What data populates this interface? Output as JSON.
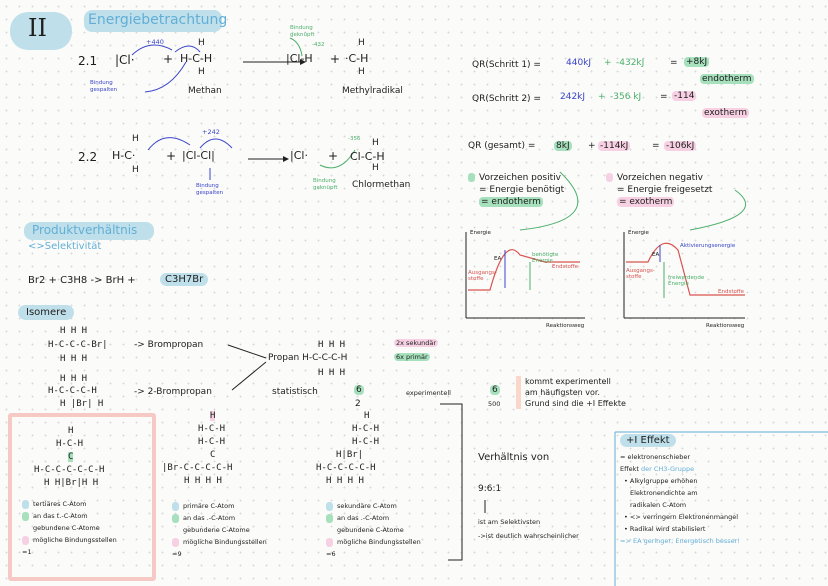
{
  "header": {
    "roman": "II",
    "title": "Energiebetrachtung"
  },
  "step21": {
    "label": "2.1",
    "cl": "|Cl·",
    "plus": "+",
    "methane_h_top": "H",
    "methane_mid": "H-C-H",
    "methane_h_bot": "H",
    "arrow_energy": "+440",
    "bond_note": "Bindung gespalten",
    "methan": "Methan",
    "product": "|Cl-H",
    "plus2": "+",
    "radical_h_top": "H",
    "radical_mid": "·C-H",
    "radical_h_bot": "H",
    "formed_note": "Bindung geknüpft",
    "formed_energy": "-432",
    "methylradikal": "Methylradikal"
  },
  "step22": {
    "label": "2.2",
    "h_top": "H",
    "mid": "H-C·",
    "h_bot": "H",
    "plus": "+",
    "cl2": "|Cl-Cl|",
    "energy": "+242",
    "bond_note": "Bindung gespalten",
    "product": "|Cl·",
    "plus2": "+",
    "prod2": "Cl-C-H",
    "prod2_h_top": "H",
    "prod2_h_bot": "H",
    "formed_energy": "-356",
    "formed_note": "Bindung geknüpft",
    "chlormethan": "Chlormethan"
  },
  "qr": {
    "line1_label": "QR(Schritt 1) =",
    "line1_a": "440kJ",
    "line1_op": "+",
    "line1_b": "-432kJ",
    "line1_eq": "=",
    "line1_res": "+8kJ",
    "line1_type": "endotherm",
    "line2_label": "QR(Schritt 2) =",
    "line2_a": "242kJ",
    "line2_op": "+",
    "line2_b": "-356 kJ",
    "line2_eq": "=",
    "line2_res": "-114",
    "line2_type": "exotherm",
    "total_label": "QR (gesamt) =",
    "total_a": "8kJ",
    "total_op": "+",
    "total_b": "-114kJ",
    "total_eq": "=",
    "total_res": "-106kJ"
  },
  "sign": {
    "pos_title": "Vorzeichen positiv",
    "pos_l2": "= Energie benötigt",
    "pos_l3": "= endotherm",
    "neg_title": "Vorzeichen negativ",
    "neg_l2": "= Energie freigesetzt",
    "neg_l3": "= exotherm"
  },
  "diagram1": {
    "y": "Energie",
    "ea": "EA",
    "start": "Ausgangs-stoffe",
    "end": "benötigte Energie",
    "prod": "Endstoffe",
    "x": "Reaktionsweg"
  },
  "diagram2": {
    "y": "Energie",
    "ea": "EA",
    "start": "Ausgangs-stoffe",
    "act": "Aktivierungsenergie",
    "released": "freiwerdende Energie",
    "prod": "Endstoffe",
    "x": "Reaktionsweg"
  },
  "ratio": {
    "title": "Produktverhältnis",
    "subtitle": "<>Selektivität",
    "equation_a": "Br2 + C3H8 -> BrH +",
    "equation_b": "C3H7Br"
  },
  "isomers": {
    "label": "Isomere",
    "iso1_top": "H  H  H",
    "iso1_mid": "H-C-C-C-Br|",
    "iso1_bot": "H  H  H",
    "iso1_name": "-> Brompropan",
    "iso2_top": "H  H  H",
    "iso2_mid": "H-C-C-C-H",
    "iso2_bot": "H |Br| H",
    "iso2_name": "-> 2-Brompropan",
    "propan_top": "H  H  H",
    "propan": "Propan H-C-C-C-H",
    "propan_bot": "H  H  H",
    "sek": "2x sekundär",
    "prim": "6x primär",
    "stat": "statistisch",
    "stat_num": "6",
    "stat_den": "2",
    "exp": "experimentell",
    "exp_num": "6",
    "exp_den": "500",
    "note_l1": "kommt experimentell",
    "note_l2": "am häufigsten vor.",
    "note_l3": "Grund sind die +I Effekte"
  },
  "tertiary": {
    "tag1": "tertiäres C-Atom",
    "tag2": "an das t.-C-Atom",
    "tag3": "gebundene C-Atome",
    "tag4": "mögliche Bindungsstellen",
    "count": "=1"
  },
  "primary": {
    "tag1": "primäre C-Atom",
    "tag2": "an das .-C-Atom",
    "tag3": "gebundene C-Atome",
    "tag4": "mögliche Bindungsstellen",
    "count": "=9"
  },
  "secondary": {
    "tag1": "sekundäre C-Atom",
    "tag2": "an das .-C-Atom",
    "tag3": "gebundene C-Atome",
    "tag4": "mögliche Bindungsstellen",
    "count": "=6"
  },
  "verh": {
    "title": "Verhältnis von",
    "value": "9:6:1",
    "l1": "ist am Selektivsten",
    "l2": "->ist deutlich wahrscheinlicher"
  },
  "ieffect": {
    "title": "+I Effekt",
    "l1": "= elektronenschieber",
    "l2a": "Effekt",
    "l2b": "der CH3-Gruppe",
    "l3": "• Alkylgruppe erhöhen",
    "l4": "Elektronendichte am",
    "l5": "radikalen C-Atom",
    "l6": "• <> verringern Elektronenmangel",
    "l7": "• Radikal wird stabilisiert",
    "l8": "=> EA geringer; Energetisch besser!"
  }
}
